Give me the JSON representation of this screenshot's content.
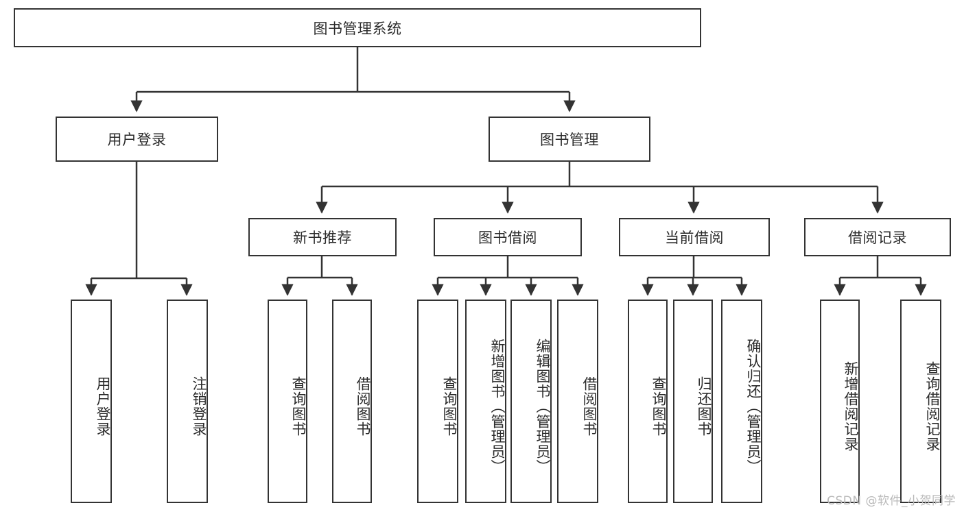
{
  "diagram": {
    "type": "tree-hierarchy-chart",
    "title": "图书管理系统",
    "colors": {
      "stroke": "#333333",
      "fill": "#ffffff",
      "text": "#2b2b2b",
      "watermark": "#b9b9b9"
    },
    "root": {
      "label": "图书管理系统"
    },
    "level2": [
      {
        "label": "用户登录"
      },
      {
        "label": "图书管理"
      }
    ],
    "level3": [
      {
        "label": "新书推荐"
      },
      {
        "label": "图书借阅"
      },
      {
        "label": "当前借阅"
      },
      {
        "label": "借阅记录"
      }
    ],
    "leaves": {
      "user_login": [
        {
          "label": "用户登录"
        },
        {
          "label": "注销登录"
        }
      ],
      "new_book_recommend": [
        {
          "label": "查询图书"
        },
        {
          "label": "借阅图书"
        }
      ],
      "book_borrow": [
        {
          "label": "查询图书"
        },
        {
          "label": "新增图书（管理员）"
        },
        {
          "label": "编辑图书（管理员）"
        },
        {
          "label": "借阅图书"
        }
      ],
      "current_borrow": [
        {
          "label": "查询图书"
        },
        {
          "label": "归还图书"
        },
        {
          "label": "确认归还（管理员）"
        }
      ],
      "borrow_record": [
        {
          "label": "新增借阅记录"
        },
        {
          "label": "查询借阅记录"
        }
      ]
    }
  },
  "watermark": {
    "text": "CSDN @软件_小贺同学"
  }
}
